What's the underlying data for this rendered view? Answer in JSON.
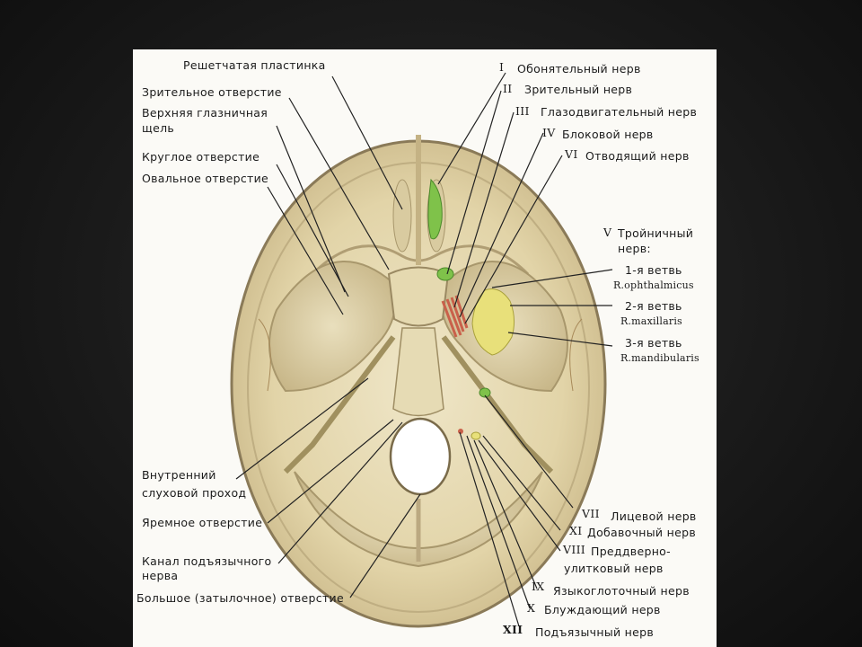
{
  "labels_left": [
    {
      "key": "l1",
      "text": "Решетчатая пластинка"
    },
    {
      "key": "l2",
      "text": "Зрительное отверстие"
    },
    {
      "key": "l3a",
      "text": "Верхняя глазничная"
    },
    {
      "key": "l3b",
      "text": "щель"
    },
    {
      "key": "l4",
      "text": "Круглое отверстие"
    },
    {
      "key": "l5",
      "text": "Овальное отверстие"
    },
    {
      "key": "l6a",
      "text": "Внутренний"
    },
    {
      "key": "l6b",
      "text": "слуховой проход"
    },
    {
      "key": "l7",
      "text": "Яремное отверстие"
    },
    {
      "key": "l8a",
      "text": "Канал подъязычного"
    },
    {
      "key": "l8b",
      "text": "нерва"
    },
    {
      "key": "l9",
      "text": "Большое (затылочное) отверстие"
    }
  ],
  "labels_right": [
    {
      "num": "I",
      "text": "Обонятельный нерв"
    },
    {
      "num": "II",
      "text": "Зрительный нерв"
    },
    {
      "num": "III",
      "text": "Глазодвигательный нерв"
    },
    {
      "num": "IV",
      "text": "Блоковой нерв"
    },
    {
      "num": "VI",
      "text": "Отводящий нерв"
    },
    {
      "num": "V",
      "text_a": "Тройничный",
      "text_b": "нерв:"
    },
    {
      "text": "1-я ветвь",
      "latin": "R.ophthalmicus"
    },
    {
      "text": "2-я ветвь",
      "latin": "R.maxillaris"
    },
    {
      "text": "3-я ветвь",
      "latin": "R.mandibularis"
    },
    {
      "num": "VII",
      "text": "Лицевой нерв"
    },
    {
      "num": "XI",
      "text": "Добавочный нерв"
    },
    {
      "num": "VIII",
      "text_a": "Преддверно-",
      "text_b": "улитковый нерв"
    },
    {
      "num": "IX",
      "text": "Языкоглоточный нерв"
    },
    {
      "num": "X",
      "text": "Блуждающий нерв"
    },
    {
      "num": "XII",
      "text": "Подъязычный нерв"
    }
  ],
  "colors": {
    "bone": "#e8dcb6",
    "bone_dark": "#b8a67a",
    "outline": "#6e6048",
    "green": "#7fc24a",
    "yellow": "#e8e07a",
    "red": "#c9604a"
  }
}
